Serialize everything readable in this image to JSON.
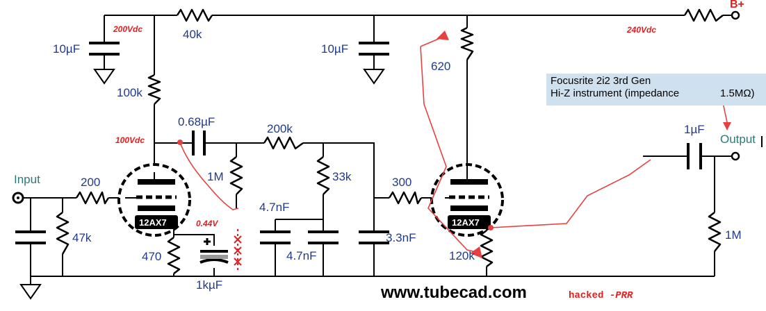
{
  "labels": {
    "bplus": "B+",
    "v200": "200Vdc",
    "v240": "240Vdc",
    "v100": "100Vdc",
    "v044": "0.44V",
    "c_10uf_left": "10µF",
    "r_40k": "40k",
    "c_10uf_mid": "10µF",
    "r_620": "620",
    "r_100k": "100k",
    "c_068uf": "0.68µF",
    "r_200k": "200k",
    "r_1m_mid": "1M",
    "r_33k": "33k",
    "input": "Input",
    "r_200": "200",
    "r_300": "300",
    "r_47k": "47k",
    "c_47nf_top": "4.7nF",
    "c_47nf_bot": "4.7nF",
    "c_33nf": "3.3nF",
    "r_470": "470",
    "c_1kuf": "1kµF",
    "r_120k": "120k",
    "c_1uf": "1µF",
    "output": "Output",
    "r_1m_out": "1M",
    "tube1": "12AX7",
    "tube2": "12AX7"
  },
  "note": {
    "line1": "Focusrite 2i2 3rd Gen",
    "line2": "Hi-Z instrument (impedance",
    "line2b": "1.5MΩ)"
  },
  "footer": {
    "site": "www.tubecad.com",
    "hacked": "hacked ",
    "author": "-PRR"
  },
  "colors": {
    "component_text": "#1f3a8a",
    "voltage_text": "#e02020",
    "annotation_line": "#e64040",
    "note_background": "#cfe0ee"
  }
}
